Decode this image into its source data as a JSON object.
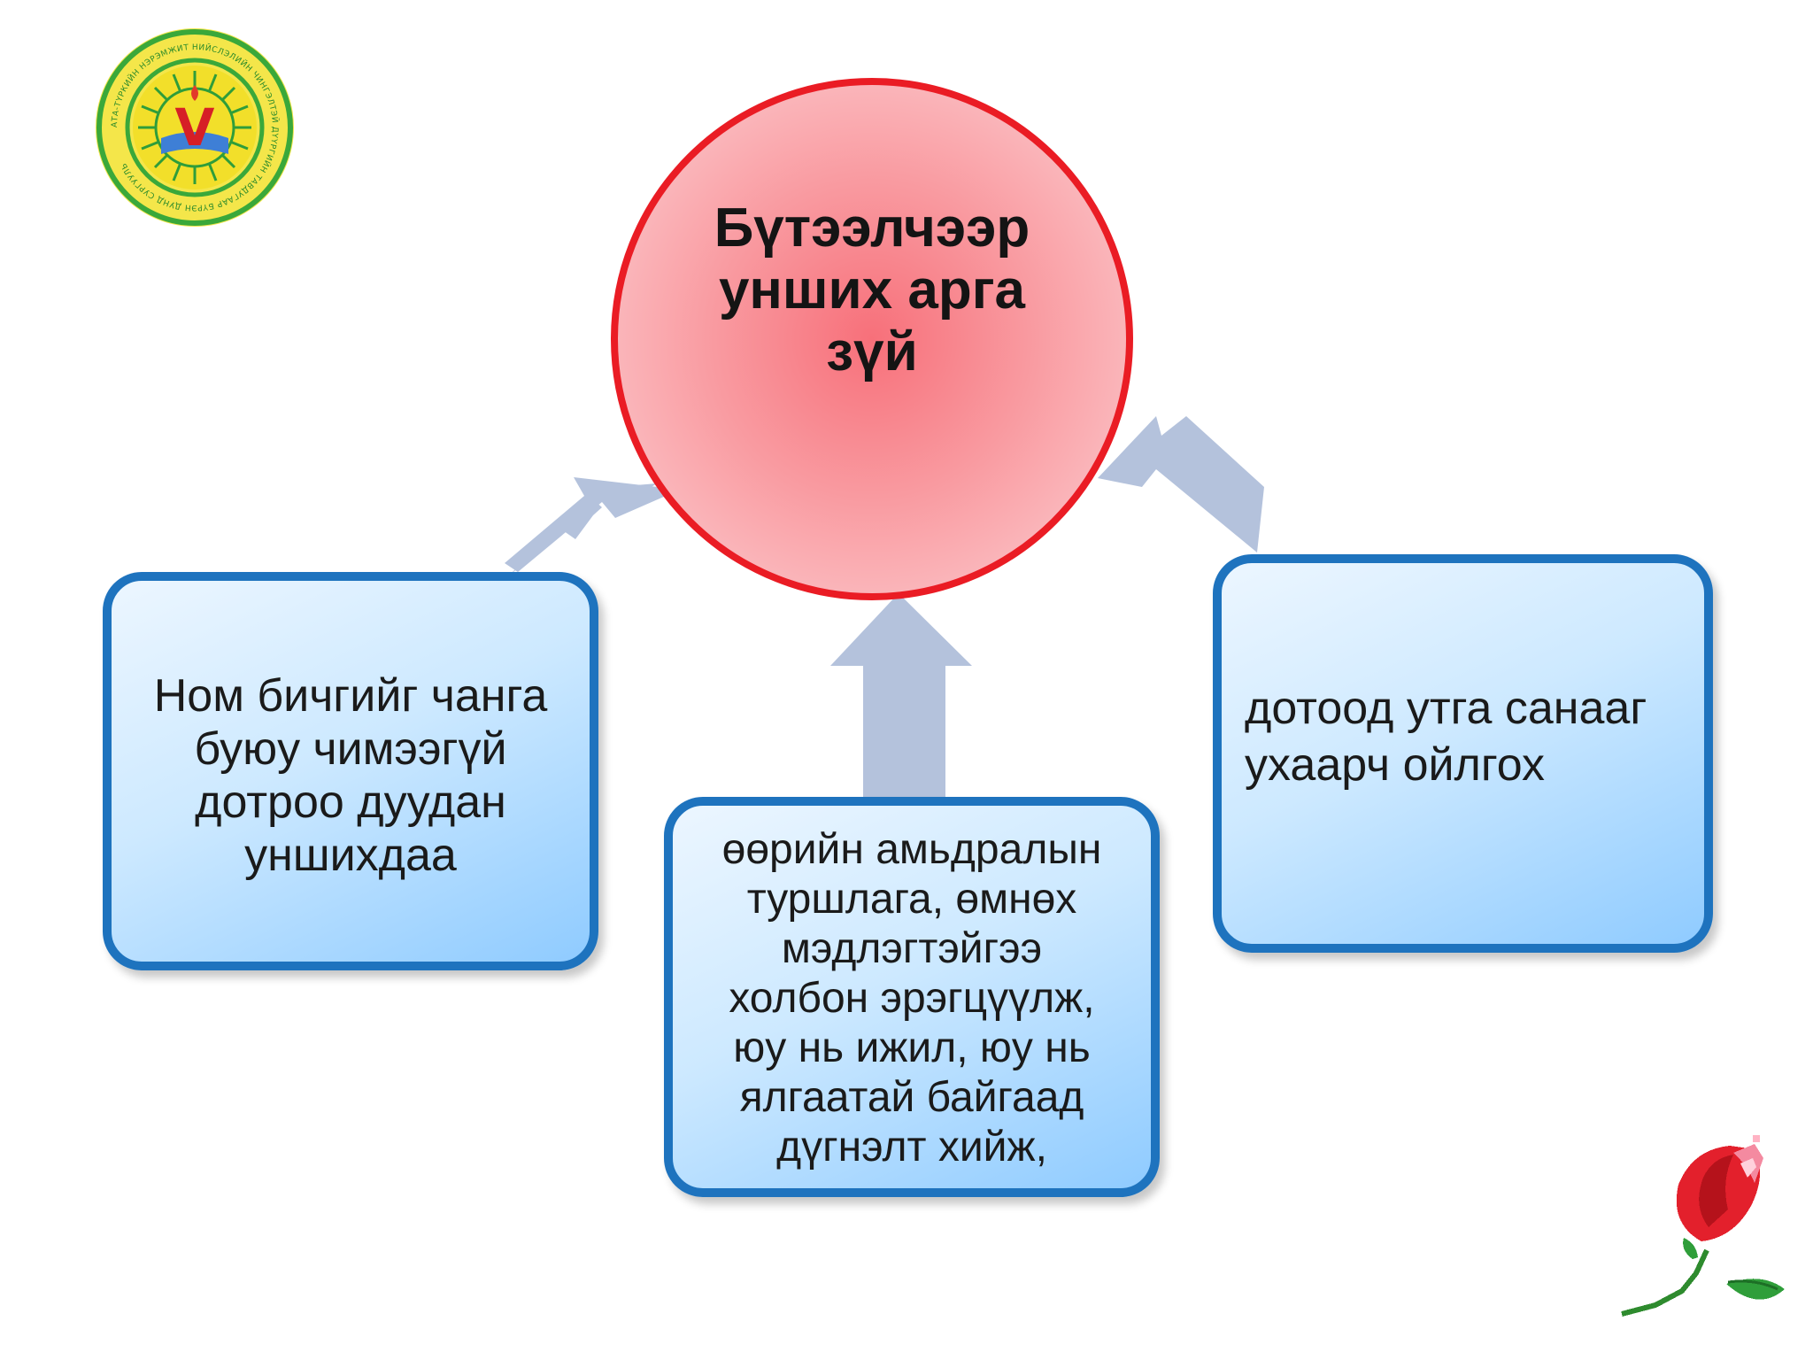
{
  "center": {
    "title": "Бүтээлчээр\nунших арга\nзүй"
  },
  "boxes": {
    "left": "Ном бичгийг чанга\nбуюу чимээгүй\nдотроо дуудан\nуншихдаа",
    "middle": "өөрийн амьдралын\nтуршлага, өмнөх\nмэдлэгтэйгээ\nхолбон эрэгцүүлж,\nюу нь ижил, юу нь\nялгаатай байгаад\nдүгнэлт хийж,",
    "right": "дотоод  утга  санааг\nухаарч ойлгох"
  },
  "logo": {
    "inner_text": "V",
    "ring_text": "АТА-ТҮРКИЙН НЭРЭМЖИТ НИЙСЛЭЛИЙН ЧИНГЭЛТЭЙ ДҮҮРГИЙН ТАВДУГААР БҮРЭН ДУНД СУРГУУЛЬ"
  },
  "colors": {
    "circle_border": "#ea1c24",
    "box_border": "#1e73be",
    "arrow_fill": "#b4c2dc"
  }
}
